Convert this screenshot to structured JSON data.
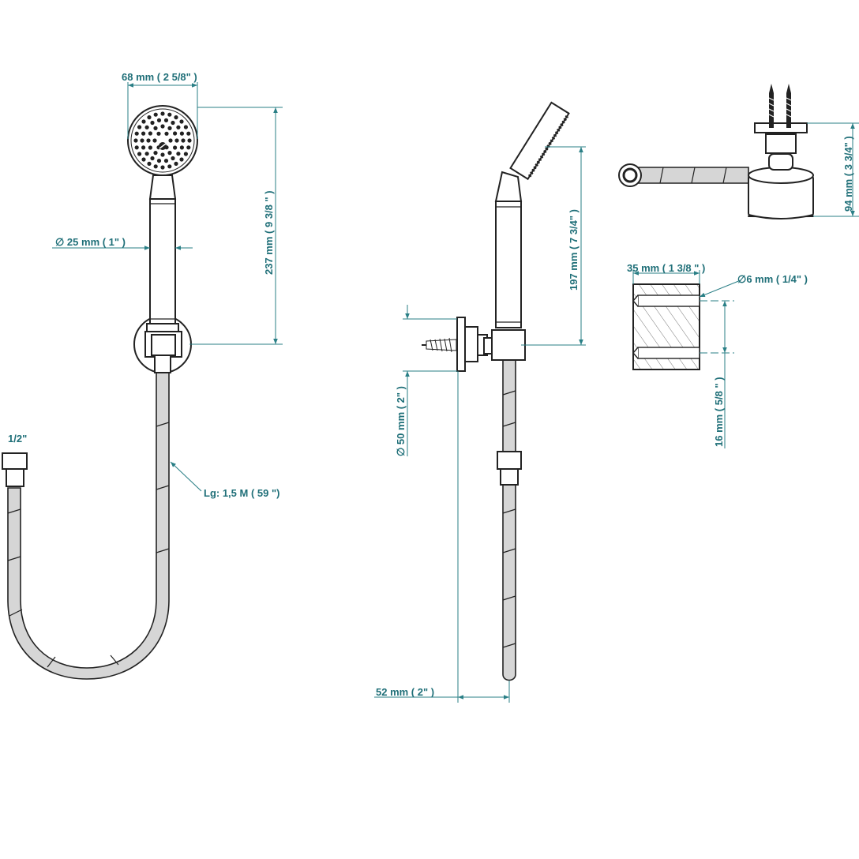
{
  "colors": {
    "dimension": "#1f6f78",
    "outline": "#222222",
    "hose_fill": "#d6d6d6",
    "background": "#ffffff"
  },
  "labels": {
    "head_width": "68 mm ( 2 5/8\" )",
    "handle_diameter": "∅  25 mm ( 1\" )",
    "total_height": "237 mm ( 9 3/8 \" )",
    "inlet_thread": "1/2\"",
    "hose_length": "Lg: 1,5 M ( 59 \")",
    "side_height": "197 mm ( 7 3/4\" )",
    "flange_diameter": "∅  50 mm ( 2\" )",
    "wall_offset": "52 mm ( 2\" )",
    "holder_depth": "94 mm ( 3 3/4\" )",
    "block_width": "35 mm ( 1 3/8 \" )",
    "hole_diameter": "∅6 mm ( 1/4\" )",
    "hole_spacing": "16 mm ( 5/8 \" )"
  }
}
